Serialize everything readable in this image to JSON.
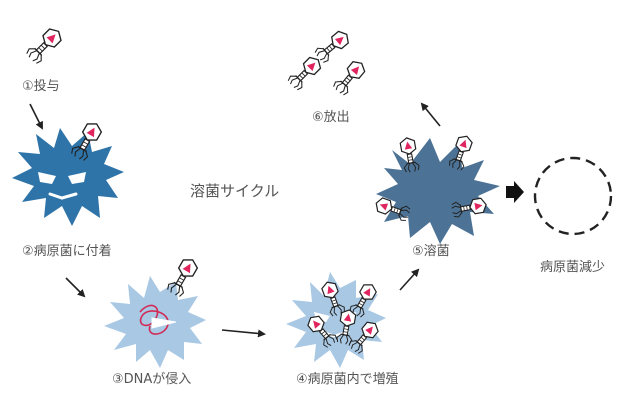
{
  "labels": {
    "step1": "①投与",
    "step2": "②病原菌に付着",
    "step3": "③DNAが侵入",
    "step4": "④病原菌内で増殖",
    "step5": "⑤溶菌",
    "step6": "⑥放出",
    "center_title": "溶菌サイクル",
    "result": "病原菌減少"
  },
  "colors": {
    "bacterium_dark": "#2e74a8",
    "bacterium_light": "#a9c8e4",
    "bacterium_burst": "#4c7396",
    "phage_dna": "#e0245e",
    "injected_dna": "#d22a55",
    "arrow": "#222222",
    "text": "#555555"
  }
}
